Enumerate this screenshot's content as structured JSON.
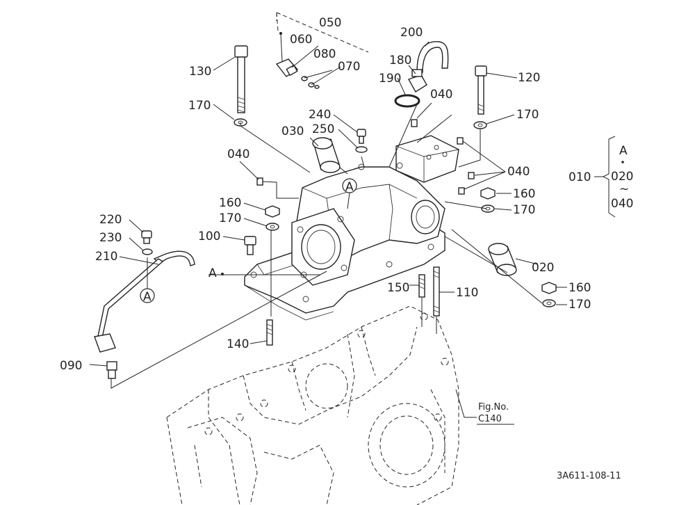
{
  "diagram": {
    "callouts": {
      "c050": "050",
      "c060": "060",
      "c080": "080",
      "c070": "070",
      "c200": "200",
      "c180": "180",
      "c190": "190",
      "c040a": "040",
      "c130": "130",
      "c120": "120",
      "c170a": "170",
      "c170b": "170",
      "c240": "240",
      "c250": "250",
      "c030": "030",
      "c040b": "040",
      "c040c": "040",
      "c160a": "160",
      "c170c": "170",
      "c160b": "160",
      "c170d": "170",
      "c100": "100",
      "c220": "220",
      "c230": "230",
      "c210": "210",
      "c020": "020",
      "c150": "150",
      "c110": "110",
      "c160c": "160",
      "c170e": "170",
      "c140": "140",
      "c090": "090"
    },
    "ref_points": {
      "a_left": "A",
      "a_housing": "A",
      "a_pipe": "A"
    },
    "assembly_key": {
      "main": "010",
      "ref": "A",
      "from": "020",
      "tilde": "~",
      "to": "040"
    },
    "fig_ref": {
      "line1": "Fig.No.",
      "line2": "C140"
    },
    "drawing_code": "3A611-108-11"
  }
}
